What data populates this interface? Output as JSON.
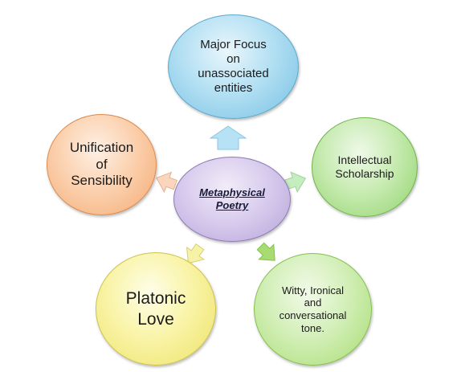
{
  "diagram": {
    "center": {
      "label": "Metaphysical Poetry"
    },
    "nodes": [
      {
        "id": "top",
        "label": "Major Focus\non\nunassociated\nentities",
        "color": "#b4e0f3"
      },
      {
        "id": "right",
        "label": "Intellectual\nScholarship",
        "color": "#c8ebb2"
      },
      {
        "id": "bottom-right",
        "label": "Witty, Ironical\nand\nconversational\ntone.",
        "color": "#d3efb8"
      },
      {
        "id": "bottom-left",
        "label": "Platonic\nLove",
        "color": "#f9f4a8"
      },
      {
        "id": "left",
        "label": "Unification\nof\nSensibility",
        "color": "#fbd1af"
      }
    ],
    "arrow_colors": {
      "top": "#b7e2f5",
      "right": "#c6edc0",
      "bottom-right": "#a6dc70",
      "bottom-left": "#f6f2a6",
      "left": "#fbd6bf"
    }
  }
}
